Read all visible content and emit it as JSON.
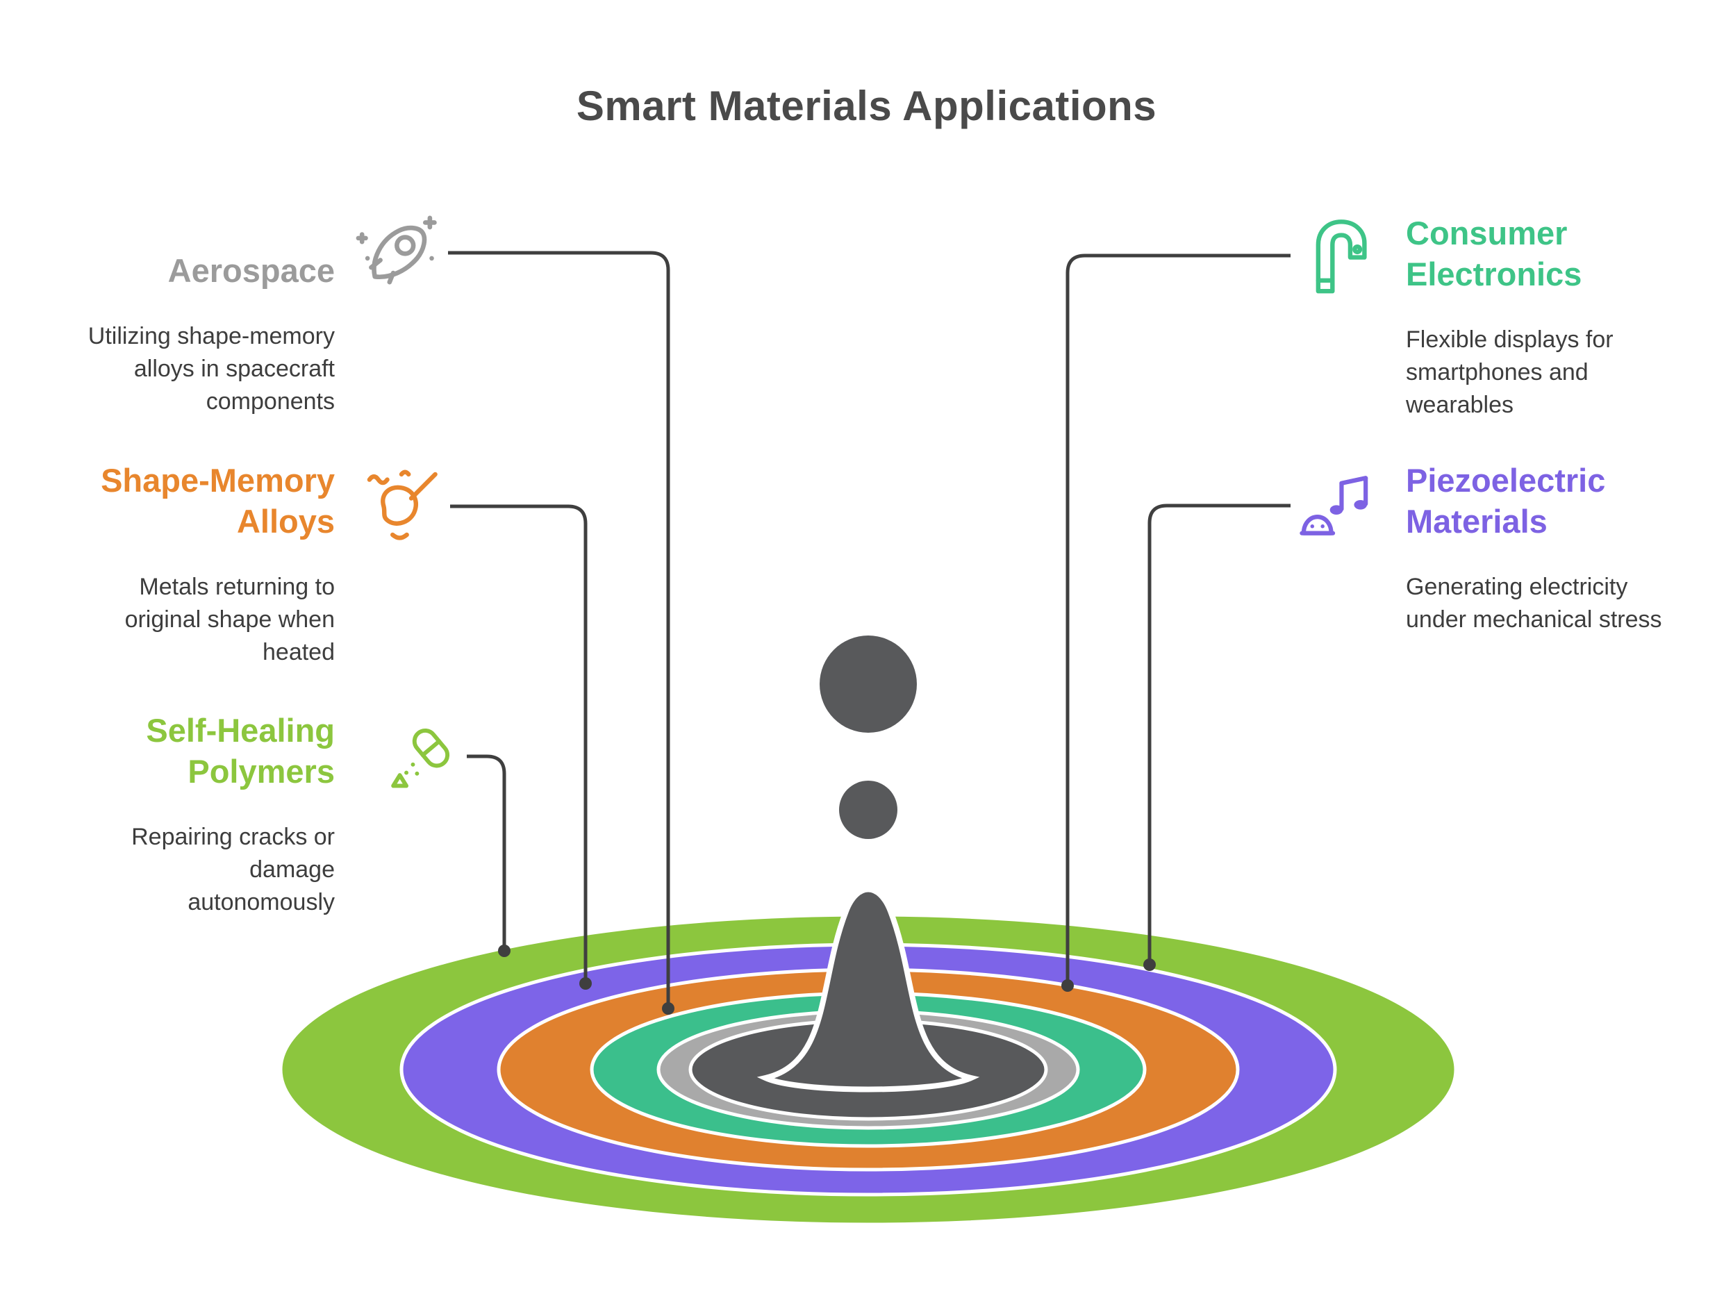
{
  "title": "Smart Materials Applications",
  "items": [
    {
      "id": "aerospace",
      "label": "Aerospace",
      "description": "Utilizing shape-memory alloys in spacecraft components",
      "color": "#9b9b9b",
      "icon": "rocket-icon"
    },
    {
      "id": "shape-memory-alloys",
      "label": "Shape-Memory Alloys",
      "description": "Metals returning to original shape when heated",
      "color": "#e8862d",
      "icon": "balloon-pin-icon"
    },
    {
      "id": "self-healing-polymers",
      "label": "Self-Healing Polymers",
      "description": "Repairing cracks or damage autonomously",
      "color": "#8cc63e",
      "icon": "capsule-icon"
    },
    {
      "id": "consumer-electronics",
      "label": "Consumer Electronics",
      "description": "Flexible displays for smartphones and wearables",
      "color": "#3ec487",
      "icon": "flexible-phone-icon"
    },
    {
      "id": "piezoelectric-materials",
      "label": "Piezoelectric Materials",
      "description": "Generating electricity under mechanical stress",
      "color": "#7d62e3",
      "icon": "music-note-icon"
    }
  ],
  "colors": {
    "ring_outer_green": "#8cc63e",
    "ring_purple": "#7d64e8",
    "ring_orange": "#e0812f",
    "ring_teal": "#3bbf8c",
    "ring_gray": "#a9a9a9",
    "splash_dark": "#58595b",
    "connector": "#3f3f3f",
    "title_text": "#4a4a4a",
    "body_text": "#3d3d3d",
    "background": "#ffffff"
  }
}
